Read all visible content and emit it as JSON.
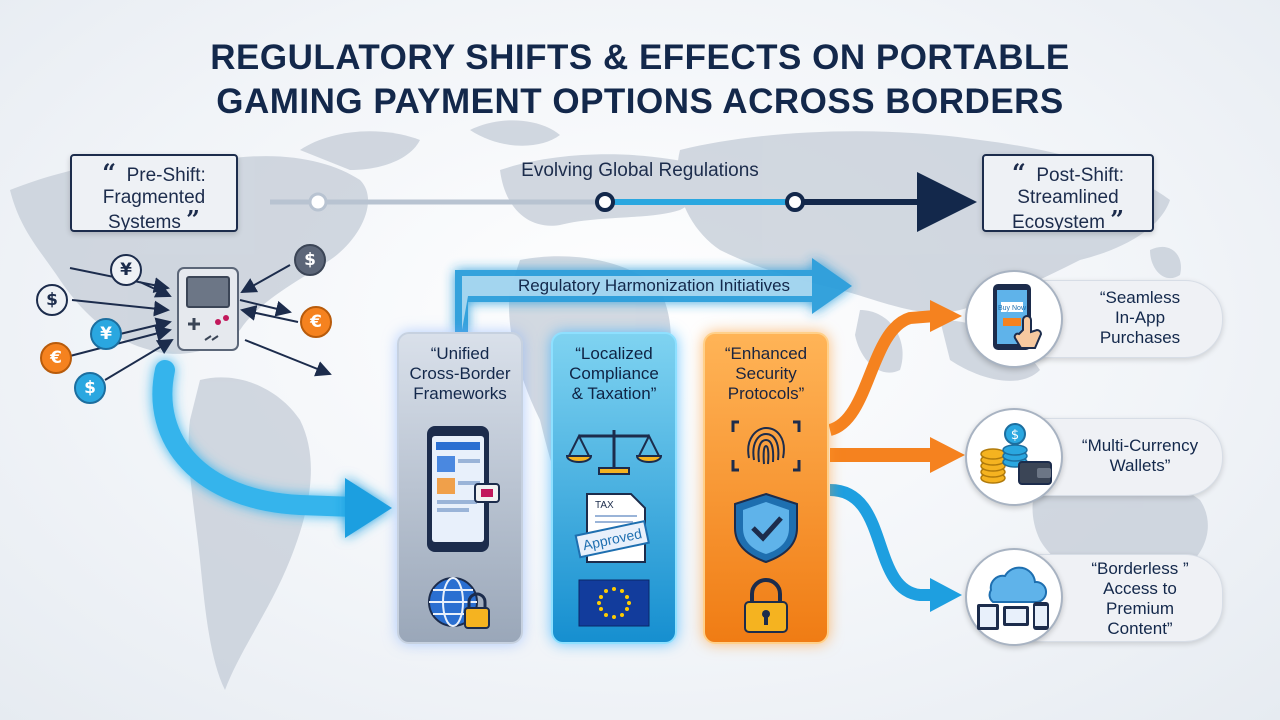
{
  "title": {
    "line1": "REGULATORY SHIFTS & EFFECTS ON PORTABLE",
    "line2": "GAMING PAYMENT OPTIONS ACROSS BORDERS"
  },
  "timeline": {
    "label": "Evolving Global Regulations",
    "pre_shift": {
      "open_quote": "“",
      "line1": "Pre-Shift:",
      "line2": "Fragmented",
      "line3": "Systems",
      "close_quote": "”"
    },
    "post_shift": {
      "open_quote": "“",
      "line1": "Post-Shift:",
      "line2": "Streamlined",
      "line3": "Ecosystem",
      "close_quote": "”"
    }
  },
  "currencies": [
    "¥",
    "$",
    "$",
    "¥",
    "€",
    "$",
    "€"
  ],
  "banner": "Regulatory Harmonization Initiatives",
  "pillars": [
    {
      "line1": "“Unified",
      "line2": "Cross-Border",
      "line3": "Frameworks",
      "icons": [
        "phone-app-icon",
        "globe-lock-icon"
      ]
    },
    {
      "line1": "“Localized",
      "line2": "Compliance",
      "line3": "& Taxation”",
      "icons": [
        "scales-icon",
        "tax-document-icon",
        "eu-flag-icon"
      ],
      "doc_text": "TAX",
      "stamp": "Approved"
    },
    {
      "line1": "“Enhanced",
      "line2": "Security",
      "line3": "Protocols”",
      "icons": [
        "fingerprint-icon",
        "shield-check-icon",
        "padlock-icon"
      ]
    }
  ],
  "outcomes": [
    {
      "line1": "“Seamless",
      "line2": "In-App",
      "line3": "Purchases",
      "icon": "phone-tap-icon",
      "screen_text": "Buy Now"
    },
    {
      "line1": "“Multi-Currency",
      "line2": "Wallets”",
      "line3": "",
      "icon": "coins-wallet-icon"
    },
    {
      "line1": "“Borderless ”",
      "line2": "Access to",
      "line3": "Premium",
      "line4": "Content”",
      "icon": "cloud-devices-icon"
    }
  ],
  "colors": {
    "navy": "#13284b",
    "blue": "#1e9fe0",
    "orange": "#f5821f",
    "gray": "#b5bfcc"
  }
}
